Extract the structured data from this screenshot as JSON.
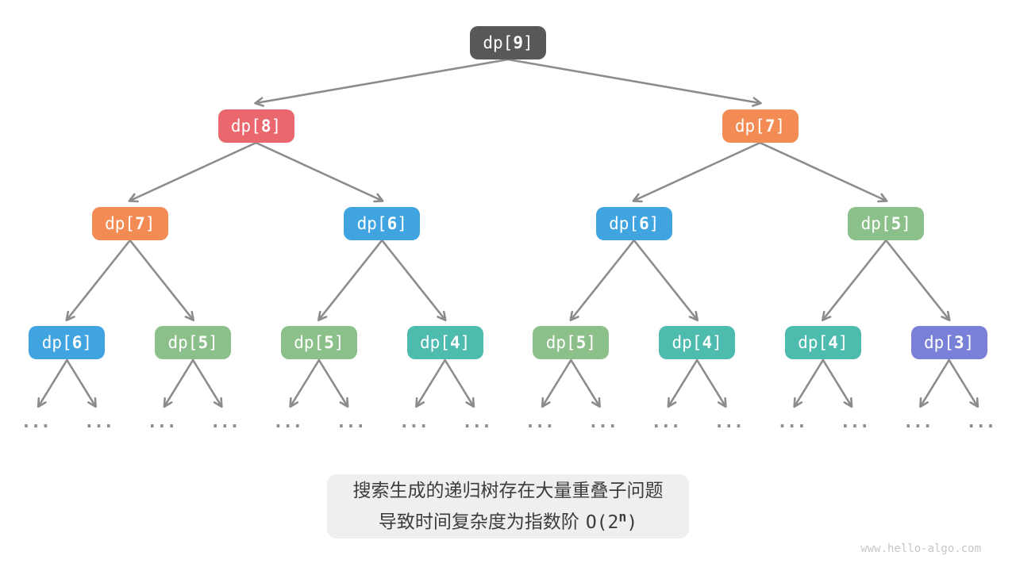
{
  "diagram": {
    "background": "#ffffff",
    "node_text_color": "#ffffff",
    "arrow_color": "#8c8c8c",
    "ellipsis_color": "#8e8e8e",
    "node_colors": {
      "dark": "#58585a",
      "red": "#e9676d",
      "orange": "#f28c54",
      "blue": "#40a4e0",
      "green": "#8cc08b",
      "teal": "#4dbbad",
      "purple": "#7980d8"
    },
    "nodes": [
      {
        "level": 0,
        "index": 0,
        "prefix": "dp[",
        "value": "9",
        "suffix": "]",
        "color": "dark"
      },
      {
        "level": 1,
        "index": 0,
        "prefix": "dp[",
        "value": "8",
        "suffix": "]",
        "color": "red"
      },
      {
        "level": 1,
        "index": 1,
        "prefix": "dp[",
        "value": "7",
        "suffix": "]",
        "color": "orange"
      },
      {
        "level": 2,
        "index": 0,
        "prefix": "dp[",
        "value": "7",
        "suffix": "]",
        "color": "orange"
      },
      {
        "level": 2,
        "index": 1,
        "prefix": "dp[",
        "value": "6",
        "suffix": "]",
        "color": "blue"
      },
      {
        "level": 2,
        "index": 2,
        "prefix": "dp[",
        "value": "6",
        "suffix": "]",
        "color": "blue"
      },
      {
        "level": 2,
        "index": 3,
        "prefix": "dp[",
        "value": "5",
        "suffix": "]",
        "color": "green"
      },
      {
        "level": 3,
        "index": 0,
        "prefix": "dp[",
        "value": "6",
        "suffix": "]",
        "color": "blue"
      },
      {
        "level": 3,
        "index": 1,
        "prefix": "dp[",
        "value": "5",
        "suffix": "]",
        "color": "green"
      },
      {
        "level": 3,
        "index": 2,
        "prefix": "dp[",
        "value": "5",
        "suffix": "]",
        "color": "green"
      },
      {
        "level": 3,
        "index": 3,
        "prefix": "dp[",
        "value": "4",
        "suffix": "]",
        "color": "teal"
      },
      {
        "level": 3,
        "index": 4,
        "prefix": "dp[",
        "value": "5",
        "suffix": "]",
        "color": "green"
      },
      {
        "level": 3,
        "index": 5,
        "prefix": "dp[",
        "value": "4",
        "suffix": "]",
        "color": "teal"
      },
      {
        "level": 3,
        "index": 6,
        "prefix": "dp[",
        "value": "4",
        "suffix": "]",
        "color": "teal"
      },
      {
        "level": 3,
        "index": 7,
        "prefix": "dp[",
        "value": "3",
        "suffix": "]",
        "color": "purple"
      }
    ],
    "edges": [
      [
        0,
        1
      ],
      [
        0,
        2
      ],
      [
        1,
        3
      ],
      [
        1,
        4
      ],
      [
        2,
        5
      ],
      [
        2,
        6
      ],
      [
        3,
        7
      ],
      [
        3,
        8
      ],
      [
        4,
        9
      ],
      [
        4,
        10
      ],
      [
        5,
        11
      ],
      [
        5,
        12
      ],
      [
        6,
        13
      ],
      [
        6,
        14
      ]
    ],
    "ellipsis_row": {
      "items": [
        "...",
        "...",
        "...",
        "...",
        "...",
        "...",
        "...",
        "...",
        "...",
        "...",
        "...",
        "...",
        "...",
        "...",
        "...",
        "..."
      ]
    }
  },
  "caption": {
    "bg": "#efefef",
    "text_color": "#3c3c3c",
    "line1": "搜索生成的递归树存在大量重叠子问题",
    "line2_text": "导致时间复杂度为指数阶",
    "formula_open": "O(2",
    "formula_exponent": "n",
    "formula_close": ")"
  },
  "watermark": {
    "text": "www.hello-algo.com",
    "color": "#c7c7c7"
  }
}
